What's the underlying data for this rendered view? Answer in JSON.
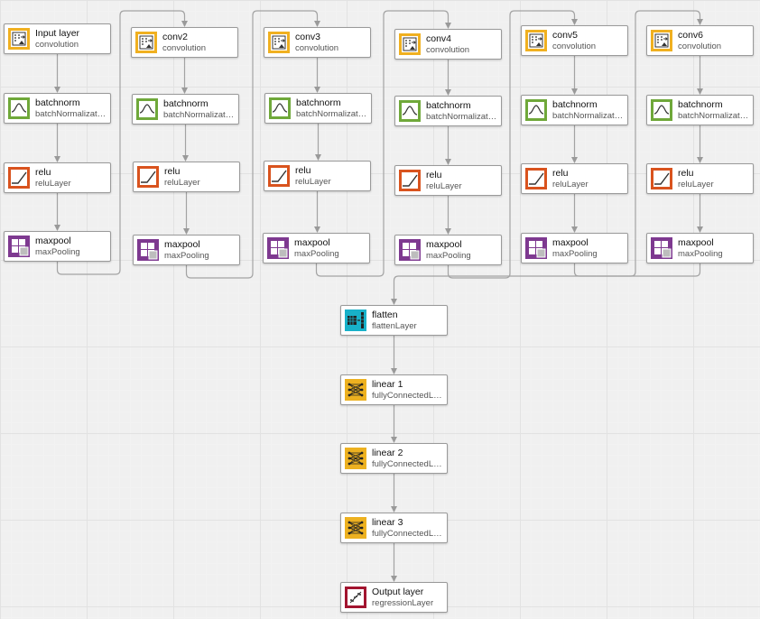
{
  "colors": {
    "conv": "#f0b020",
    "batchnorm": "#6fa83a",
    "relu": "#d9531e",
    "pool": "#7e3990",
    "flatten": "#18b1c9",
    "fc": "#edb120",
    "output": "#a2142f"
  },
  "columns": [
    {
      "conv": {
        "name": "Input layer",
        "type": "convolution"
      },
      "bn": {
        "name": "batchnorm",
        "type": "batchNormalization"
      },
      "relu": {
        "name": "relu",
        "type": "reluLayer"
      },
      "pool": {
        "name": "maxpool",
        "type": "maxPooling"
      }
    },
    {
      "conv": {
        "name": "conv2",
        "type": "convolution"
      },
      "bn": {
        "name": "batchnorm",
        "type": "batchNormalization"
      },
      "relu": {
        "name": "relu",
        "type": "reluLayer"
      },
      "pool": {
        "name": "maxpool",
        "type": "maxPooling"
      }
    },
    {
      "conv": {
        "name": "conv3",
        "type": "convolution"
      },
      "bn": {
        "name": "batchnorm",
        "type": "batchNormalization"
      },
      "relu": {
        "name": "relu",
        "type": "reluLayer"
      },
      "pool": {
        "name": "maxpool",
        "type": "maxPooling"
      }
    },
    {
      "conv": {
        "name": "conv4",
        "type": "convolution"
      },
      "bn": {
        "name": "batchnorm",
        "type": "batchNormalization"
      },
      "relu": {
        "name": "relu",
        "type": "reluLayer"
      },
      "pool": {
        "name": "maxpool",
        "type": "maxPooling"
      }
    },
    {
      "conv": {
        "name": "conv5",
        "type": "convolution"
      },
      "bn": {
        "name": "batchnorm",
        "type": "batchNormalization"
      },
      "relu": {
        "name": "relu",
        "type": "reluLayer"
      },
      "pool": {
        "name": "maxpool",
        "type": "maxPooling"
      }
    },
    {
      "conv": {
        "name": "conv6",
        "type": "convolution"
      },
      "bn": {
        "name": "batchnorm",
        "type": "batchNormalization"
      },
      "relu": {
        "name": "relu",
        "type": "reluLayer"
      },
      "pool": {
        "name": "maxpool",
        "type": "maxPooling"
      }
    }
  ],
  "tail": [
    {
      "kind": "flatten",
      "name": "flatten",
      "type": "flattenLayer"
    },
    {
      "kind": "fc",
      "name": "linear 1",
      "type": "fullyConnectedLayer"
    },
    {
      "kind": "fc",
      "name": "linear 2",
      "type": "fullyConnectedLayer"
    },
    {
      "kind": "fc",
      "name": "linear 3",
      "type": "fullyConnectedLayer"
    },
    {
      "kind": "output",
      "name": "Output layer",
      "type": "regressionLayer"
    }
  ]
}
